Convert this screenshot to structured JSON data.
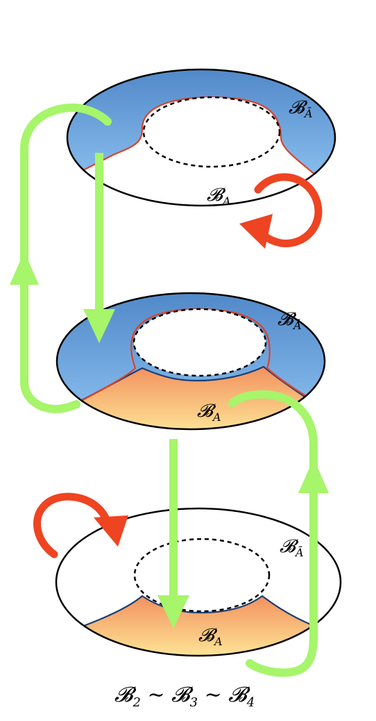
{
  "diagram": {
    "tori": [
      {
        "id": "top",
        "label_outer": "𝓑",
        "label_outer_sub": "Ā",
        "label_inner": "𝓑",
        "label_inner_sub": "A",
        "region_outer_color": "#5b95d0",
        "region_inner_color": "#ffffff"
      },
      {
        "id": "middle",
        "label_outer": "𝓑",
        "label_outer_sub": "Ā",
        "label_inner": "𝓑",
        "label_inner_sub": "A",
        "region_outer_color": "#5b95d0",
        "region_inner_color": "#f6b57a"
      },
      {
        "id": "bottom",
        "label_outer": "𝓑",
        "label_outer_sub": "Ā",
        "label_inner": "𝓑",
        "label_inner_sub": "A",
        "region_outer_color": "#ffffff",
        "region_inner_color": "#f6b57a"
      }
    ],
    "caption": {
      "b2": "𝓑",
      "b2_sub": "2",
      "sim1": " ∼ ",
      "b3": "𝓑",
      "b3_sub": "3",
      "sim2": " ∼ ",
      "b4": "𝓑",
      "b4_sub": "4"
    },
    "colors": {
      "green_arrow": "#a6f56a",
      "red_arrow": "#ee4422",
      "blue_gradient_top": "#4a82c4",
      "blue_gradient_bottom": "#8fc4f2",
      "orange_gradient_top": "#f3915e",
      "orange_gradient_bottom": "#fff4a0",
      "red_boundary": "#d8442c",
      "blue_boundary": "#1c3f75"
    }
  }
}
